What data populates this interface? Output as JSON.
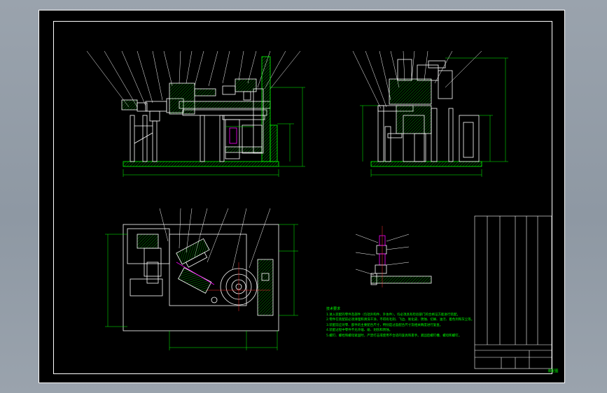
{
  "sheet": {
    "title": "",
    "colors": {
      "background": "#000000",
      "frame": "#ffffff",
      "dimension": "#00ff00",
      "hatch": "#00cc00",
      "section": "#ff00ff",
      "axis": "#ff3333",
      "viewport": "#8e98a3"
    }
  },
  "views": {
    "front": {
      "name": "front-view"
    },
    "side": {
      "name": "side-view"
    },
    "top": {
      "name": "top-view"
    },
    "detail": {
      "name": "detail-view"
    }
  },
  "notes": {
    "title": "技术要求",
    "lines": [
      "1.进入装配的零件及部件（包括外购件、外协件），均必须具有检验部门的合格证方能进行装配。",
      "2.零件在装配前必须清理和清洗干净，不得有毛刺、飞边、氧化皮、锈蚀、切屑、油污、着色剂和灰尘等。",
      "3.装配前应对零、部件的主要配合尺寸，特别是过盈配合尺寸及相关精度进行复查。",
      "4.装配过程中零件不允许磕、碰、划伤和锈蚀。",
      "5.螺钉、螺栓和螺母紧固时，严禁打击或使用不合适的旋具和扳手。紧固后螺钉槽、螺母和螺钉。"
    ]
  },
  "title_block": {
    "drawing_title": "装配图"
  }
}
